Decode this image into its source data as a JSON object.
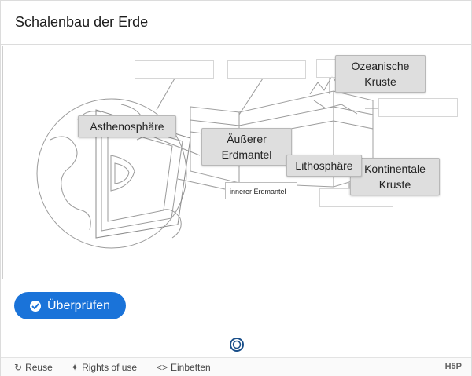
{
  "header": {
    "title": "Schalenbau der Erde"
  },
  "drop_zones": [
    {
      "id": "zone-1",
      "text": ""
    },
    {
      "id": "zone-2",
      "text": ""
    },
    {
      "id": "zone-3",
      "text": ""
    },
    {
      "id": "zone-4",
      "text": ""
    },
    {
      "id": "zone-5",
      "text": ""
    },
    {
      "id": "zone-6",
      "text": "innerer Erdmantel"
    }
  ],
  "draggables": {
    "ozeanische_kruste": "Ozeanische Kruste",
    "asthenosphaere": "Asthenosphäre",
    "aeusserer_erdmantel": "Äußerer Erdmantel",
    "lithosphaere": "Lithosphäre",
    "kontinentale_kruste": "Kontinentale Kruste"
  },
  "actions": {
    "check_label": "Überprüfen"
  },
  "footer": {
    "reuse": "Reuse",
    "rights": "Rights of use",
    "embed": "Einbetten",
    "logo": "H5P"
  },
  "colors": {
    "accent": "#1a73d9",
    "drag_bg": "#dedede",
    "stroke": "#999999"
  }
}
